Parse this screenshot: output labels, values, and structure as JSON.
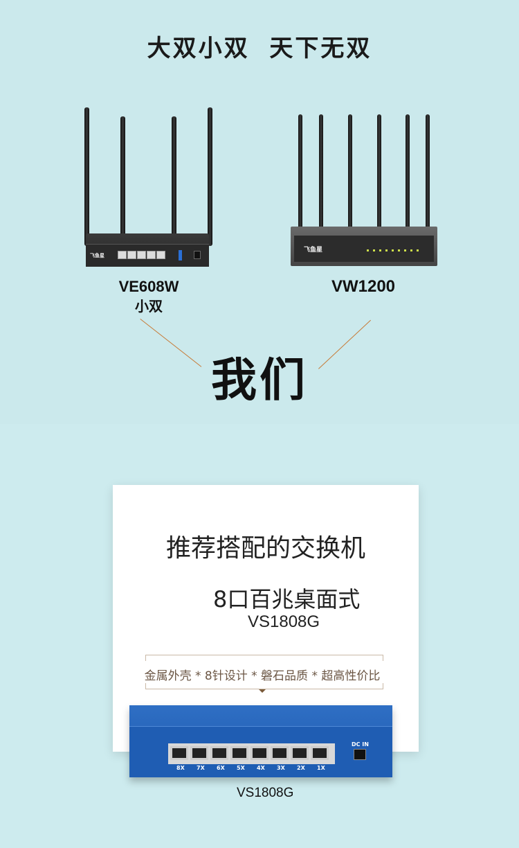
{
  "headline": "大双小双  天下无双",
  "products": [
    {
      "model": "VE608W",
      "subtitle": "小双",
      "brand": "飞鱼星"
    },
    {
      "model": "VW1200",
      "brand": "飞鱼星"
    }
  ],
  "center_text": "我们",
  "card": {
    "title": "推荐搭配的交换机",
    "subtitle": "8口百兆桌面式",
    "model": "VS1808G",
    "features": "金属外壳 * 8针设计 * 磐石品质 * 超高性价比"
  },
  "switch": {
    "port_labels": [
      "8X",
      "7X",
      "6X",
      "5X",
      "4X",
      "3X",
      "2X",
      "1X"
    ],
    "power_label": "DC IN",
    "caption": "VS1808G",
    "color": "#1f5db3"
  }
}
